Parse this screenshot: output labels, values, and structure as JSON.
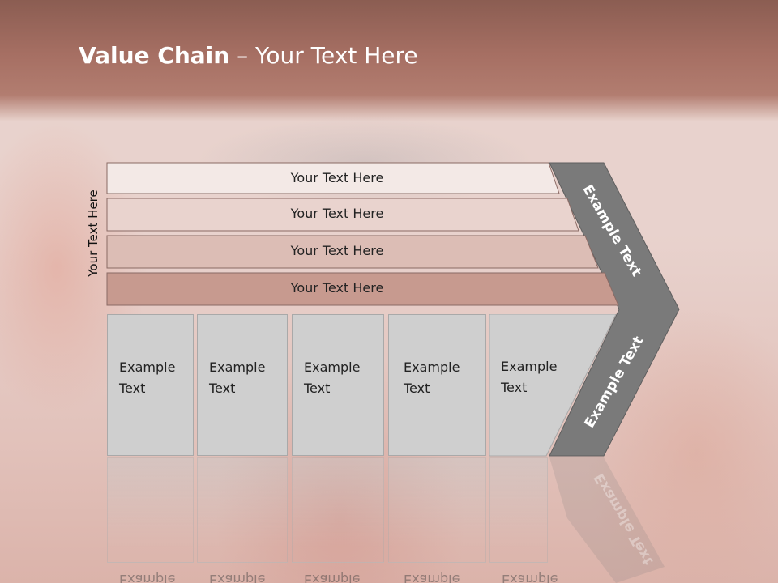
{
  "slide": {
    "title_bold": "Value Chain",
    "title_rest": " – Your Text Here",
    "side_label": "Your Text Here"
  },
  "bars": [
    {
      "label": "Your Text Here",
      "fill": "#f3e9e6"
    },
    {
      "label": "Your Text Here",
      "fill": "#e9d3ce"
    },
    {
      "label": "Your Text Here",
      "fill": "#dcbdb5"
    },
    {
      "label": "Your Text Here",
      "fill": "#c79a8f"
    }
  ],
  "boxes": [
    {
      "line1": "Example",
      "line2": "Text"
    },
    {
      "line1": "Example",
      "line2": "Text"
    },
    {
      "line1": "Example",
      "line2": "Text"
    },
    {
      "line1": "Example",
      "line2": "Text"
    },
    {
      "line1": "Example",
      "line2": "Text"
    }
  ],
  "chevron": {
    "upper_label": "Example Text",
    "lower_label": "Example Text",
    "color": "#7a7a7a"
  }
}
